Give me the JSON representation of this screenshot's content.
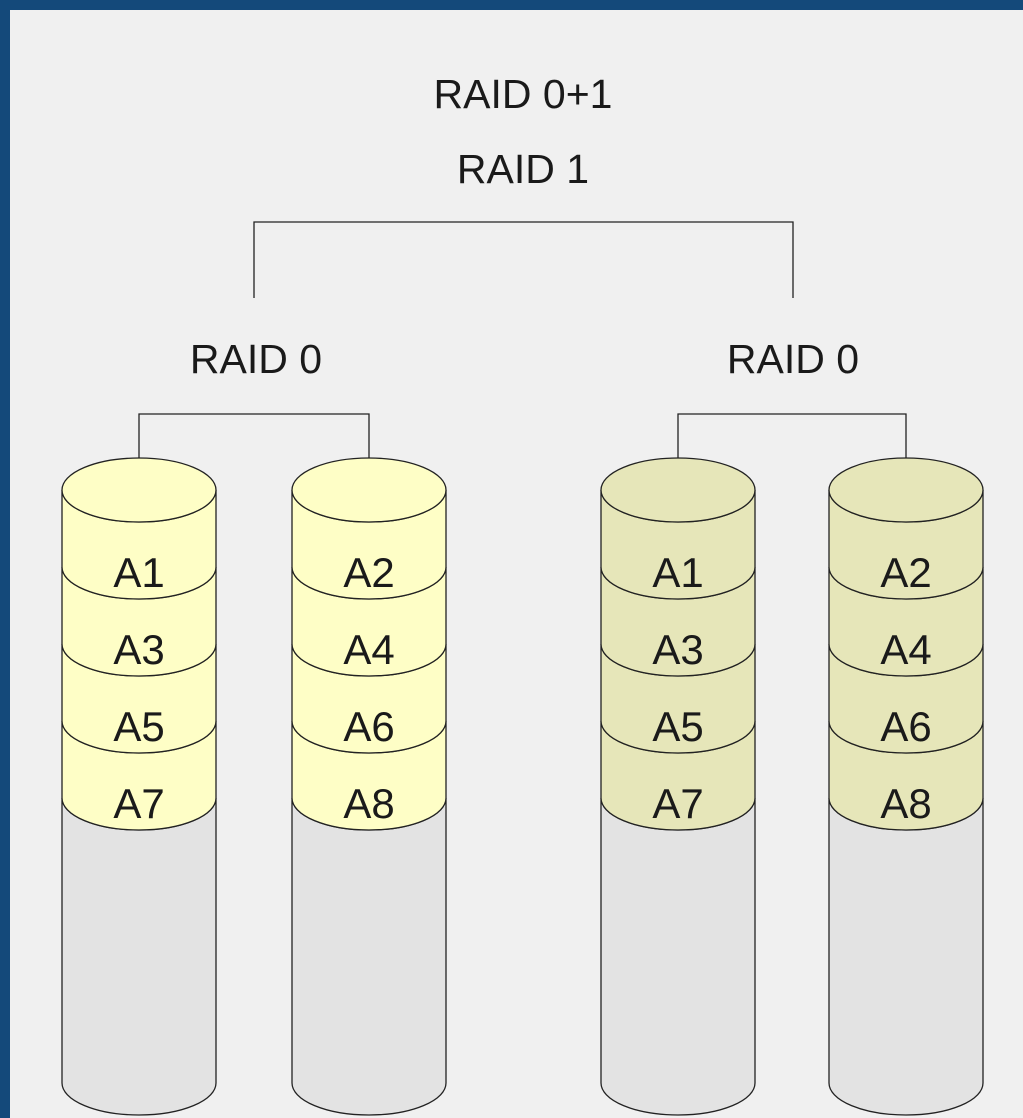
{
  "diagram": {
    "title": "RAID 0+1",
    "mirror_label": "RAID 1",
    "groups": [
      {
        "label": "RAID 0",
        "fill_color": "#fefec6",
        "disks": [
          {
            "blocks": [
              "A1",
              "A3",
              "A5",
              "A7"
            ]
          },
          {
            "blocks": [
              "A2",
              "A4",
              "A6",
              "A8"
            ]
          }
        ]
      },
      {
        "label": "RAID 0",
        "fill_color": "#e6e6b9",
        "disks": [
          {
            "blocks": [
              "A1",
              "A3",
              "A5",
              "A7"
            ]
          },
          {
            "blocks": [
              "A2",
              "A4",
              "A6",
              "A8"
            ]
          }
        ]
      }
    ],
    "colors": {
      "frame": "#14497a",
      "background": "#f0f0f0",
      "empty_disk": "#e3e3e3",
      "line": "#222222"
    }
  }
}
